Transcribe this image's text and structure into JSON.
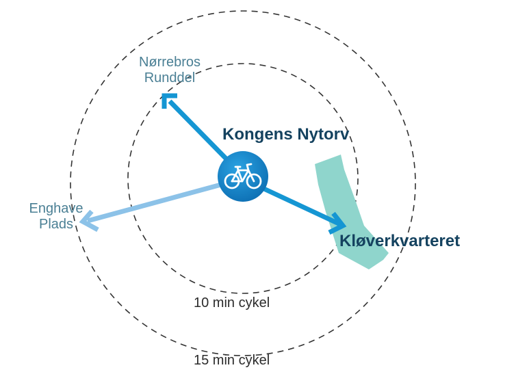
{
  "labels": {
    "center": "Kongens Nytorv",
    "nw_line1": "Nørrebros",
    "nw_line2": "Runddel",
    "w_line1": "Enghave",
    "w_line2": "Plads",
    "se": "Kløverkvarteret",
    "ring_inner": "10 min cykel",
    "ring_outer": "15 min cykel"
  },
  "icons": {
    "center": "bicycle-icon"
  },
  "colors": {
    "arrow_dark": "#1596d3",
    "arrow_light": "#8cc2e8",
    "area": "#8fd5cc",
    "ring": "#333333",
    "circle": "#1a86c9",
    "label_dest": "#4a7f94",
    "label_strong": "#14425f"
  }
}
